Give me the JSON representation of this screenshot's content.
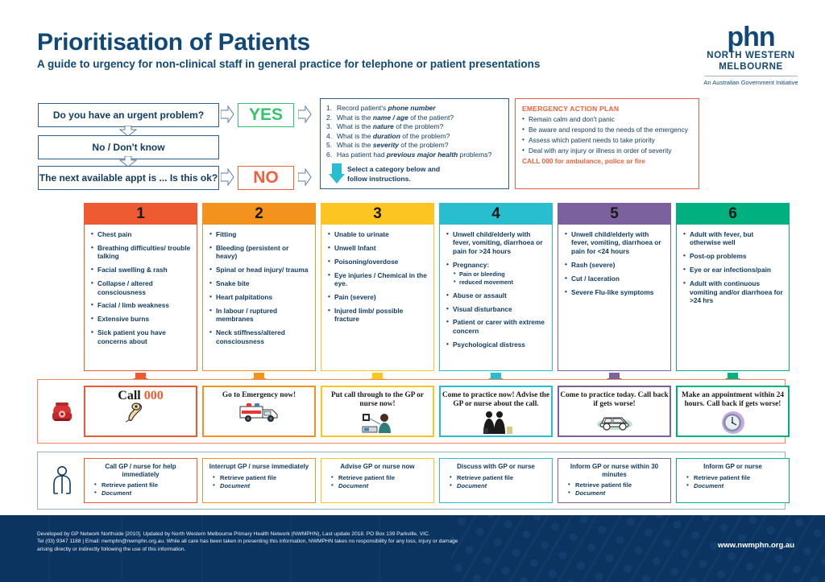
{
  "header": {
    "title": "Prioritisation of Patients",
    "subtitle": "A guide to urgency for non-clinical staff in general practice for telephone or patient presentations",
    "logo": {
      "mark": "phn",
      "line1": "NORTH WESTERN",
      "line2": "MELBOURNE",
      "tagline": "An Australian Government Initiative"
    }
  },
  "flow": {
    "q1": "Do you have an urgent problem?",
    "q2": "No / Don't know",
    "q3": "The next available appt is ... Is this ok?",
    "yes": "YES",
    "no": "NO"
  },
  "questions": {
    "items": [
      {
        "num": "1.",
        "pre": "Record patient's ",
        "em": "phone number",
        "post": ""
      },
      {
        "num": "2.",
        "pre": "What is the ",
        "em": "name / age",
        "post": " of the patient?"
      },
      {
        "num": "3.",
        "pre": "What is the ",
        "em": "nature",
        "post": " of the problem?"
      },
      {
        "num": "4.",
        "pre": "What is the ",
        "em": "duration",
        "post": " of the problem?"
      },
      {
        "num": "5.",
        "pre": "What is the ",
        "em": "severity",
        "post": " of the problem?"
      },
      {
        "num": "6.",
        "pre": "Has patient had ",
        "em": "previous major health",
        "post": " problems?"
      }
    ],
    "select_line1": "Select a category below and",
    "select_line2": "follow instructions."
  },
  "emergency": {
    "title": "EMERGENCY ACTION PLAN",
    "items": [
      "Remain calm and don't panic",
      "Be aware and respond to the needs of the emergency",
      "Assess which patient needs to take priority",
      "Deal with any injury or illness in order of severity"
    ],
    "call": "CALL 000 for ambulance, police or fire"
  },
  "colors": {
    "cat1": "#EE5A32",
    "cat2": "#F4921E",
    "cat3": "#FCC521",
    "cat4": "#29BDD0",
    "cat5": "#7B629F",
    "cat6": "#00B07F",
    "navy": "#0C3461",
    "heading": "#114877",
    "green_yes": "#32C36C",
    "red_no": "#F0603A"
  },
  "categories": [
    {
      "number": "1",
      "color": "#EE5A32",
      "symptoms": [
        {
          "text": "Chest pain"
        },
        {
          "text": "Breathing difficulties/ trouble talking"
        },
        {
          "text": "Facial swelling & rash"
        },
        {
          "text": "Collapse / altered consciousness"
        },
        {
          "text": "Facial / limb weakness"
        },
        {
          "text": "Extensive burns"
        },
        {
          "text": "Sick patient you have concerns about"
        }
      ],
      "action": "Call 000",
      "action_highlight": "000",
      "action_icon": "telephone-handset-icon",
      "instruction_title": "Call GP / nurse for help immediately",
      "instruction_items": [
        "Retrieve patient file",
        "Document"
      ]
    },
    {
      "number": "2",
      "color": "#F4921E",
      "symptoms": [
        {
          "text": "Fitting"
        },
        {
          "text": "Bleeding (persistent or heavy)"
        },
        {
          "text": "Spinal or head injury/ trauma"
        },
        {
          "text": "Snake bite"
        },
        {
          "text": "Heart palpitations"
        },
        {
          "text": "In labour / ruptured membranes"
        },
        {
          "text": "Neck stiffness/altered consciousness"
        }
      ],
      "action": "Go to Emergency now!",
      "action_icon": "ambulance-icon",
      "instruction_title": "Interrupt GP / nurse immediately",
      "instruction_items": [
        "Retrieve patient file",
        "Document"
      ]
    },
    {
      "number": "3",
      "color": "#FCC521",
      "symptoms": [
        {
          "text": "Unable to urinate"
        },
        {
          "text": "Unwell Infant"
        },
        {
          "text": "Poisoning/overdose"
        },
        {
          "text": "Eye injuries / Chemical in the eye."
        },
        {
          "text": "Pain (severe)"
        },
        {
          "text": "Injured limb/ possible fracture"
        }
      ],
      "action": "Put call through to the GP or nurse now!",
      "action_icon": "receptionist-computer-icon",
      "instruction_title": "Advise GP or nurse  now",
      "instruction_items": [
        "Retrieve patient file",
        "Document"
      ]
    },
    {
      "number": "4",
      "color": "#29BDD0",
      "symptoms": [
        {
          "text": "Unwell child/elderly with fever, vomiting, diarrhoea or pain for >24 hours"
        },
        {
          "text": "Pregnancy:",
          "sub": [
            "Pain or bleeding",
            "reduced movement"
          ]
        },
        {
          "text": "Abuse or assault"
        },
        {
          "text": "Visual disturbance"
        },
        {
          "text": "Patient or carer with extreme concern"
        },
        {
          "text": "Psychological distress"
        }
      ],
      "action": "Come to practice now! Advise the GP or nurse about the call.",
      "action_icon": "two-people-icon",
      "instruction_title": "Discuss with GP or nurse",
      "instruction_items": [
        "Retrieve patient file",
        "Document"
      ]
    },
    {
      "number": "5",
      "color": "#7B629F",
      "symptoms": [
        {
          "text": "Unwell child/elderly with fever, vomiting, diarrhoea or pain for <24 hours"
        },
        {
          "text": "Rash (severe)"
        },
        {
          "text": "Cut / laceration"
        },
        {
          "text": "Severe Flu-like symptoms"
        }
      ],
      "action": "Come to practice today. Call back if gets worse!",
      "action_icon": "car-icon",
      "instruction_title": "Inform GP or nurse within 30 minutes",
      "instruction_items": [
        "Retrieve patient file",
        "Document"
      ]
    },
    {
      "number": "6",
      "color": "#00B07F",
      "symptoms": [
        {
          "text": "Adult with fever, but otherwise well"
        },
        {
          "text": "Post-op problems"
        },
        {
          "text": "Eye or ear infections/pain"
        },
        {
          "text": "Adult with continuous vomiting and/or diarrhoea for >24 hrs"
        }
      ],
      "action": "Make an appointment within 24 hours. Call back if gets worse!",
      "action_icon": "clock-icon",
      "instruction_title": "Inform GP or nurse",
      "instruction_items": [
        "Retrieve patient file",
        "Document"
      ]
    }
  ],
  "row_icons": {
    "action_row": "red-telephone-icon",
    "instruction_row": "person-icon"
  },
  "footer": {
    "line1": "Developed by GP Network Northside [2010].  Updated by North Western Melbourne Primary Health Network (NWMPHN), Last update 2018. PO Box 139 Parkville, VIC.",
    "line2": "Tel (03) 9347 1188  |  Email: nwmphn@nwmphn.org.au. While all care has been taken in presenting this information, NWMPHN takes no responsibility for any loss, injury or damage",
    "line3": "arising directly or indirectly following the use of this information.",
    "url": "www.nwmphn.org.au"
  }
}
